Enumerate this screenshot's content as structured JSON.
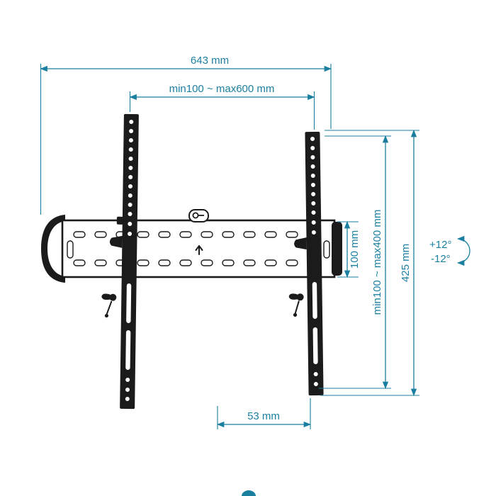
{
  "colors": {
    "background": "#ffffff",
    "ink": "#1b1b1b",
    "dimension": "#1b7fa0"
  },
  "dimensions": {
    "width_total": "643 mm",
    "vesa_width": "min100 ~ max600 mm",
    "plate_height": "100 mm",
    "vesa_height": "min100 ~ max400 mm",
    "bracket_height": "425 mm",
    "wall_distance": "53 mm"
  },
  "tilt": {
    "up": "+12°",
    "down": "-12°"
  }
}
